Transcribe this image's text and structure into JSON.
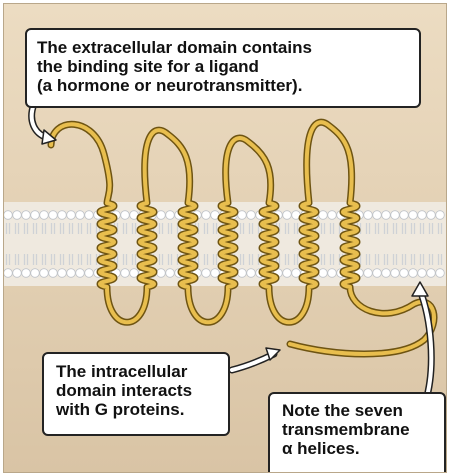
{
  "callouts": {
    "extracellular": "The extracellular domain contains\nthe binding site for a ligand\n(a hormone or neurotransmitter).",
    "intracellular": "The intracellular\ndomain interacts\nwith G proteins.",
    "helices": "Note the seven\ntransmembrane\nα helices."
  },
  "colors": {
    "background": "#e6d4b8",
    "membrane_head": "#ffffff",
    "membrane_tail": "#cfd2d6",
    "protein_strand": "#e8be4e",
    "protein_outline": "#6e5412",
    "arrow": "#ffffff",
    "callout_border": "#232323"
  },
  "diagram": {
    "helix_count": 7
  }
}
